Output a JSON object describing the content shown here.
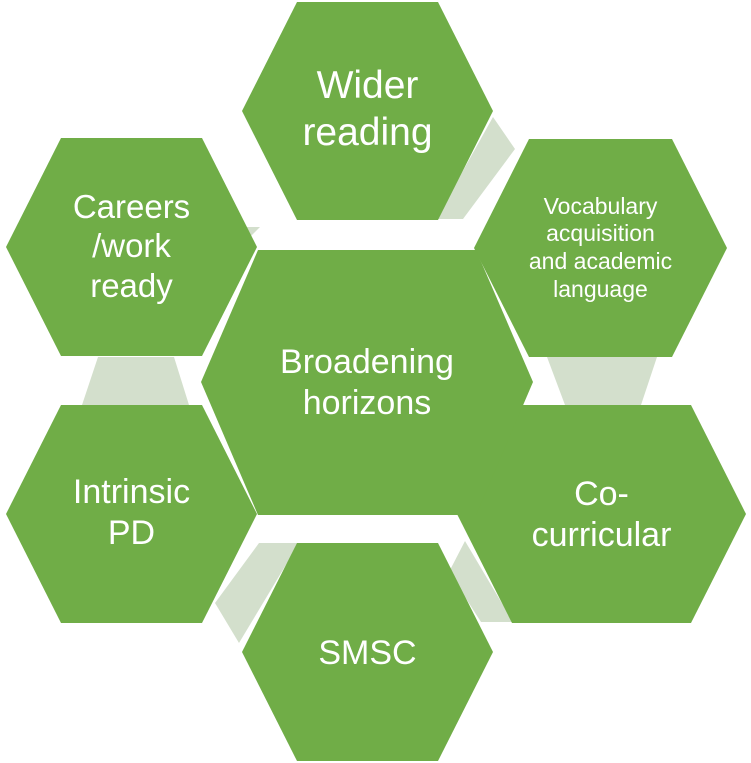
{
  "colors": {
    "hex_fill": "#70ad47",
    "connector_fill": "#d3dfcc",
    "text": "#ffffff"
  },
  "center": {
    "label": "Broadening\nhorizons"
  },
  "segments": [
    {
      "id": "wider-reading",
      "label": "Wider\nreading"
    },
    {
      "id": "vocabulary",
      "label": "Vocabulary\nacquisition\nand academic\nlanguage"
    },
    {
      "id": "co-curricular",
      "label": "Co-\ncurricular"
    },
    {
      "id": "smsc",
      "label": "SMSC"
    },
    {
      "id": "intrinsic-pd",
      "label": "Intrinsic\nPD"
    },
    {
      "id": "careers",
      "label": "Careers\n/work\nready"
    }
  ]
}
